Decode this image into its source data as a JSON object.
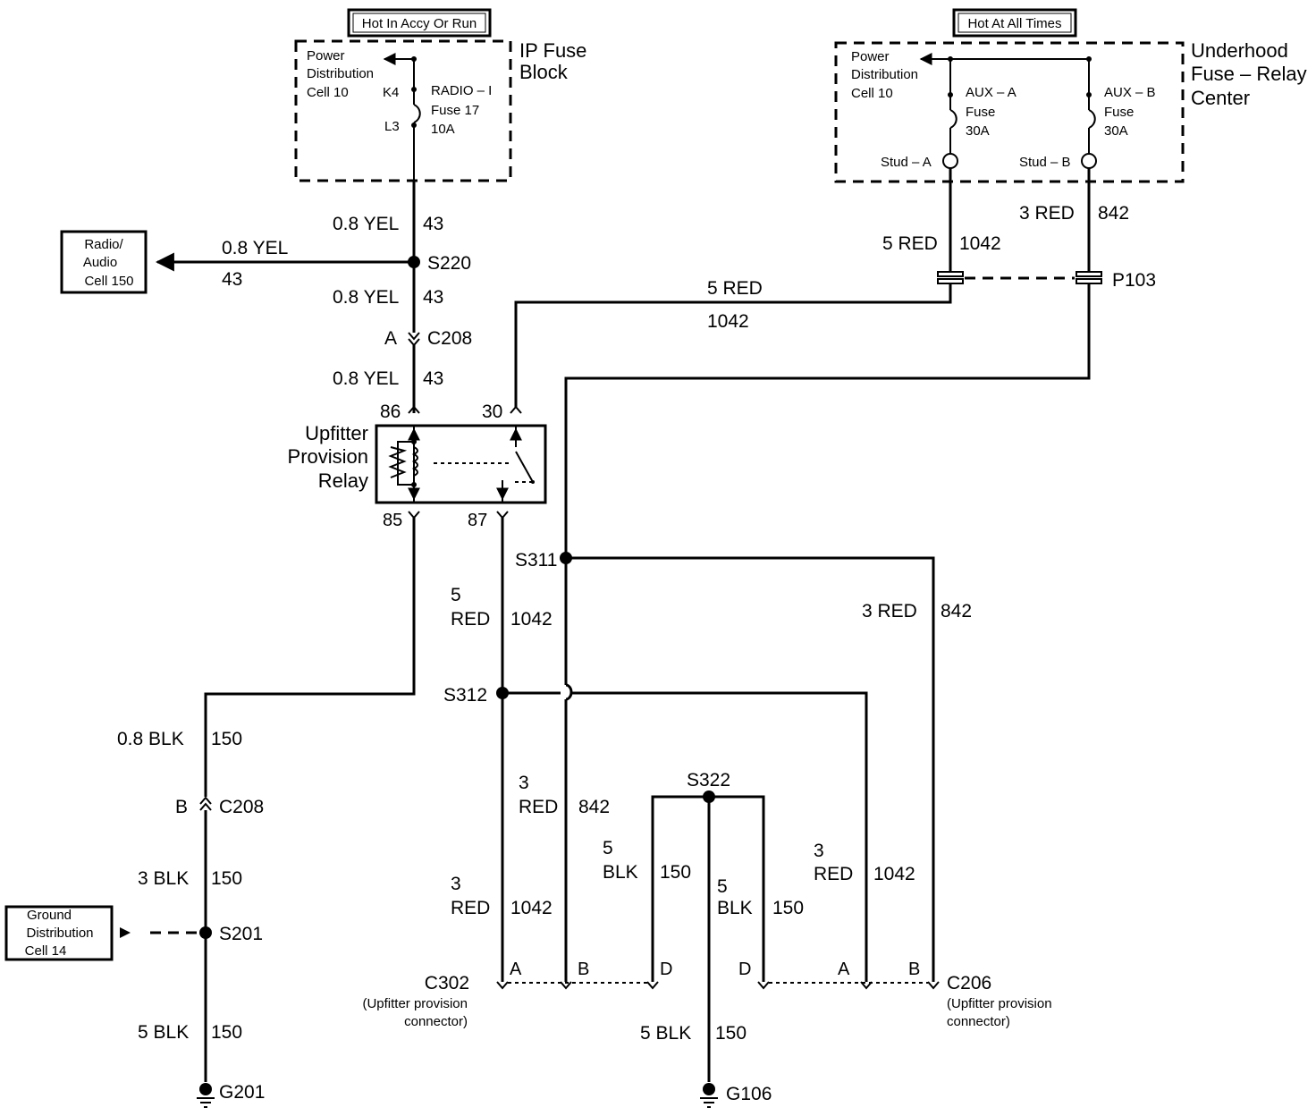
{
  "supply": {
    "accy_run_label": "Hot In Accy Or Run",
    "always_label": "Hot At All Times"
  },
  "ip_fuse_block": {
    "name_line1": "IP Fuse",
    "name_line2": "Block",
    "pd_line1": "Power",
    "pd_line2": "Distribution",
    "pd_line3": "Cell 10",
    "k4": "K4",
    "l3": "L3",
    "fuse_line1": "RADIO – I",
    "fuse_line2": "Fuse 17",
    "fuse_line3": "10A"
  },
  "underhood": {
    "name_line1": "Underhood",
    "name_line2": "Fuse – Relay",
    "name_line3": "Center",
    "pd_line1": "Power",
    "pd_line2": "Distribution",
    "pd_line3": "Cell 10",
    "fuse_a_line1": "AUX – A",
    "fuse_a_line2": "Fuse",
    "fuse_a_line3": "30A",
    "fuse_b_line1": "AUX – B",
    "fuse_b_line2": "Fuse",
    "fuse_b_line3": "30A",
    "stud_a": "Stud – A",
    "stud_b": "Stud – B"
  },
  "radio_box": {
    "line1": "Radio/",
    "line2": "Audio",
    "line3": "Cell 150"
  },
  "ground_box": {
    "line1": "Ground",
    "line2": "Distribution",
    "line3": "Cell 14"
  },
  "relay": {
    "name_line1": "Upfitter",
    "name_line2": "Provision",
    "name_line3": "Relay",
    "pin86": "86",
    "pin30": "30",
    "pin85": "85",
    "pin87": "87"
  },
  "splices": {
    "s220": "S220",
    "s311": "S311",
    "s312": "S312",
    "s322": "S322",
    "s201": "S201",
    "p103": "P103"
  },
  "connectors": {
    "c208": "C208",
    "c208_a": "A",
    "c208_b": "B",
    "c302": "C302",
    "c302_note_line1": "(Upfitter provision",
    "c302_note_line2": "connector)",
    "c206": "C206",
    "c206_note_line1": "(Upfitter provision",
    "c206_note_line2": "connector)",
    "pin_a": "A",
    "pin_b": "B",
    "pin_d": "D"
  },
  "grounds": {
    "g201": "G201",
    "g106": "G106"
  },
  "wires": {
    "yel08": "0.8 YEL",
    "c43": "43",
    "red5": "5 RED",
    "red3": "3 RED",
    "c1042": "1042",
    "c842": "842",
    "blk08": "0.8 BLK",
    "blk3": "3 BLK",
    "blk5": "5 BLK",
    "c150": "150",
    "size5": "5",
    "size3": "3",
    "red": "RED",
    "blk": "BLK"
  }
}
